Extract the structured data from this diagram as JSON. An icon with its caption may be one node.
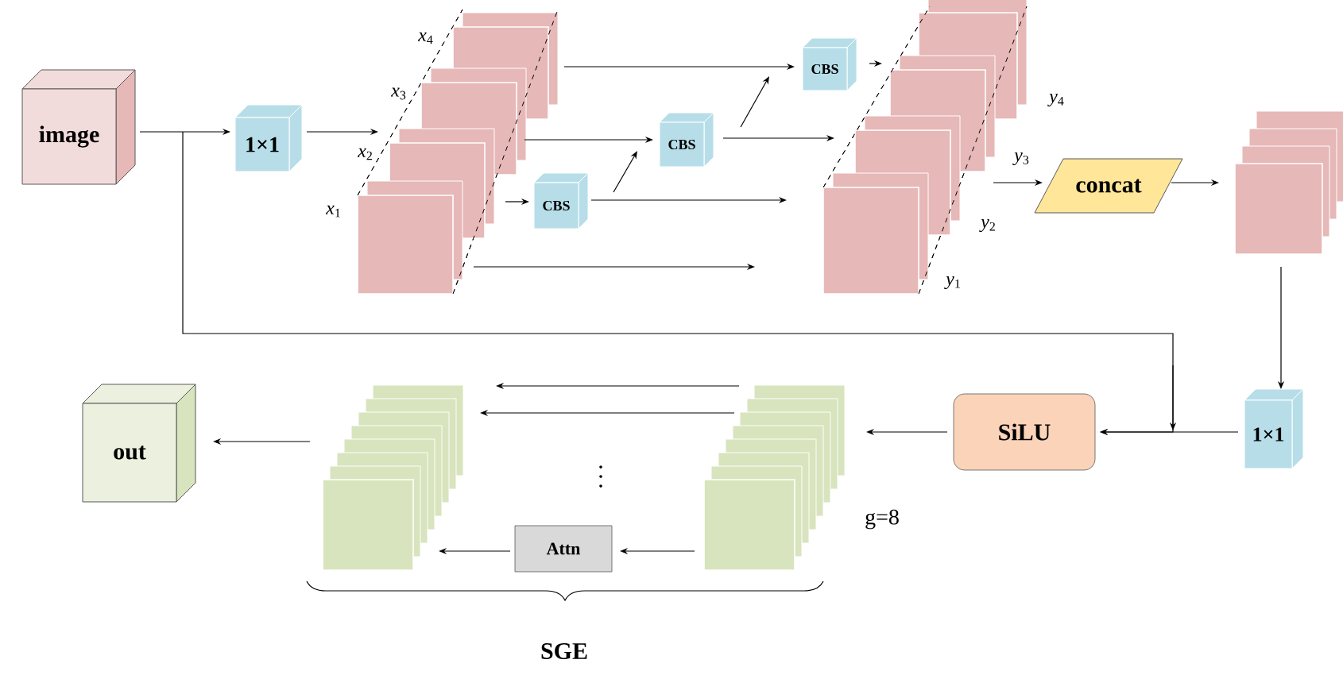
{
  "diagram": {
    "nodes": [
      {
        "text": [
          "image"
        ]
      },
      {
        "text": [
          "1×1"
        ]
      },
      {
        "text": [],
        "shape": "box",
        "beside": [
          "*x*$_{1}$"
        ]
      },
      {
        "text": [],
        "shape": "box",
        "beside": [
          "*x*$_{2}$"
        ]
      },
      {
        "text": [],
        "shape": "box",
        "beside": [
          "*x*$_{3}$"
        ]
      },
      {
        "text": [],
        "shape": "box",
        "beside": [
          "*x*$_{4}$"
        ]
      },
      {
        "text": [
          "CBS"
        ]
      },
      {
        "text": [
          "CBS"
        ]
      },
      {
        "text": [
          "CBS"
        ]
      },
      {
        "text": [],
        "shape": "box",
        "beside": [
          "*y*$_{1}$"
        ]
      },
      {
        "text": [],
        "shape": "box",
        "beside": [
          "*y*$_{2}$"
        ]
      },
      {
        "text": [],
        "shape": "box",
        "beside": [
          "*y*$_{3}$"
        ]
      },
      {
        "text": [],
        "shape": "box",
        "beside": [
          "*y*$_{4}$"
        ]
      },
      {
        "text": [
          "concat"
        ]
      },
      {
        "text": [],
        "shape": "box"
      },
      {
        "text": [
          "1×1"
        ]
      },
      {
        "text": [
          "SiLU"
        ]
      },
      {
        "text": [],
        "shape": "box",
        "beside": [
          "g=8"
        ]
      },
      {
        "text": [
          "Attn"
        ]
      },
      {
        "text": [],
        "shape": "box"
      },
      {
        "text": [
          "out"
        ]
      }
    ],
    "edges": [
      {
        "from": 0,
        "to": 1,
        "arrow": "to"
      },
      {
        "from": 1,
        "to": 3,
        "arrow": "to"
      },
      {
        "from": 2,
        "to": null,
        "arrow": "to"
      },
      {
        "from": 3,
        "to": 6,
        "arrow": "to"
      },
      {
        "from": 6,
        "to": null,
        "arrow": "to"
      },
      {
        "from": 6,
        "to": 7,
        "arrow": "to"
      },
      {
        "from": 4,
        "to": 7,
        "arrow": "to"
      },
      {
        "from": 7,
        "to": null,
        "arrow": "to"
      },
      {
        "from": 7,
        "to": 8,
        "arrow": "to"
      },
      {
        "from": 5,
        "to": 8,
        "arrow": "to"
      },
      {
        "from": 8,
        "to": 11,
        "arrow": "to"
      },
      {
        "from": 11,
        "to": 13,
        "arrow": "to"
      },
      {
        "from": 13,
        "to": 14,
        "arrow": "to"
      },
      {
        "from": 14,
        "to": 15,
        "arrow": "to"
      },
      {
        "from": 15,
        "to": 16,
        "arrow": "to"
      },
      {
        "from": 0,
        "to": 16,
        "arrow": "to"
      },
      {
        "from": 16,
        "to": 17,
        "arrow": "to"
      },
      {
        "from": 17,
        "to": 19,
        "arrow": "to"
      },
      {
        "from": 17,
        "to": 19,
        "arrow": "to"
      },
      {
        "from": 17,
        "to": 18,
        "arrow": "to"
      },
      {
        "from": 18,
        "to": 19,
        "arrow": "to"
      },
      {
        "from": 19,
        "to": 20,
        "arrow": "to"
      }
    ],
    "labels": [
      "SGE"
    ]
  }
}
